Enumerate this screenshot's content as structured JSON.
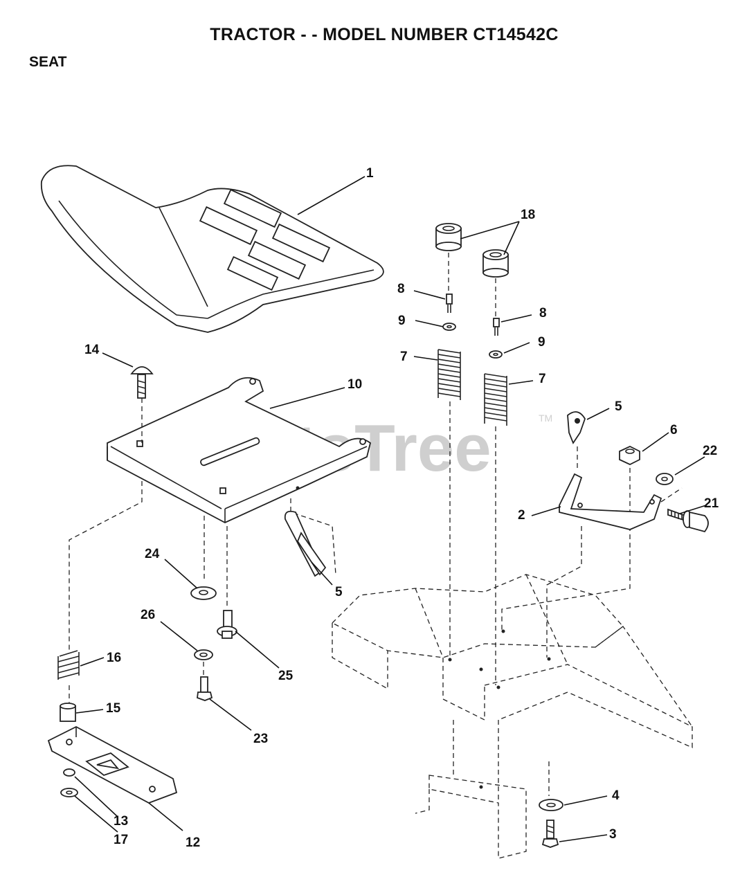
{
  "header": {
    "title": "TRACTOR - - MODEL NUMBER CT14542C",
    "section": "SEAT"
  },
  "watermark": {
    "text": "PartsTree",
    "tm": "TM"
  },
  "callouts": {
    "c1": "1",
    "c2": "2",
    "c3": "3",
    "c4": "4",
    "c5a": "5",
    "c5b": "5",
    "c6": "6",
    "c7a": "7",
    "c7b": "7",
    "c8a": "8",
    "c8b": "8",
    "c9a": "9",
    "c9b": "9",
    "c10": "10",
    "c12": "12",
    "c13": "13",
    "c14": "14",
    "c15": "15",
    "c16": "16",
    "c17": "17",
    "c18": "18",
    "c21": "21",
    "c22": "22",
    "c23": "23",
    "c24": "24",
    "c25": "25",
    "c26": "26"
  }
}
